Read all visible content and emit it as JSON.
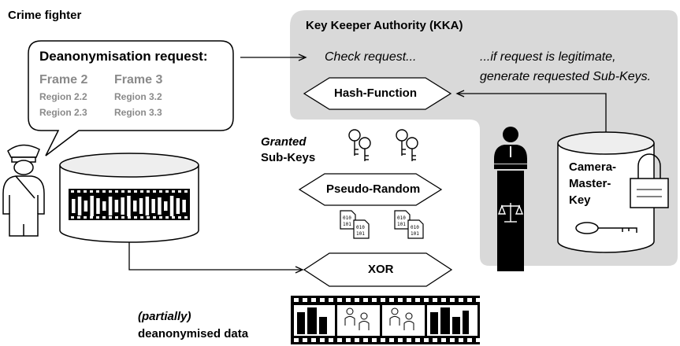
{
  "crime_fighter": {
    "label": "Crime fighter",
    "request": {
      "title": "Deanonymisation request:",
      "frames": [
        {
          "frame": "Frame 2",
          "regions": [
            "Region 2.2",
            "Region 2.3"
          ]
        },
        {
          "frame": "Frame 3",
          "regions": [
            "Region 3.2",
            "Region 3.3"
          ]
        }
      ]
    }
  },
  "kka": {
    "title": "Key Keeper Authority (KKA)",
    "check_text": "Check request...",
    "legit_line1": "...if request is legitimate,",
    "legit_line2": "generate requested  Sub-Keys.",
    "hash_label": "Hash-Function",
    "master_key_line1": "Camera-",
    "master_key_line2": "Master-",
    "master_key_line3": "Key"
  },
  "process": {
    "granted_line1": "Granted",
    "granted_line2": "Sub-Keys",
    "prng_label": "Pseudo-Random",
    "xor_label": "XOR",
    "bits_line1": "010",
    "bits_line2": "101"
  },
  "output": {
    "line1": "(partially)",
    "line2": "deanonymised data"
  },
  "colors": {
    "kka_panel": "#d9d9d9",
    "stroke": "#000000",
    "region_text": "#8a8a8a"
  }
}
